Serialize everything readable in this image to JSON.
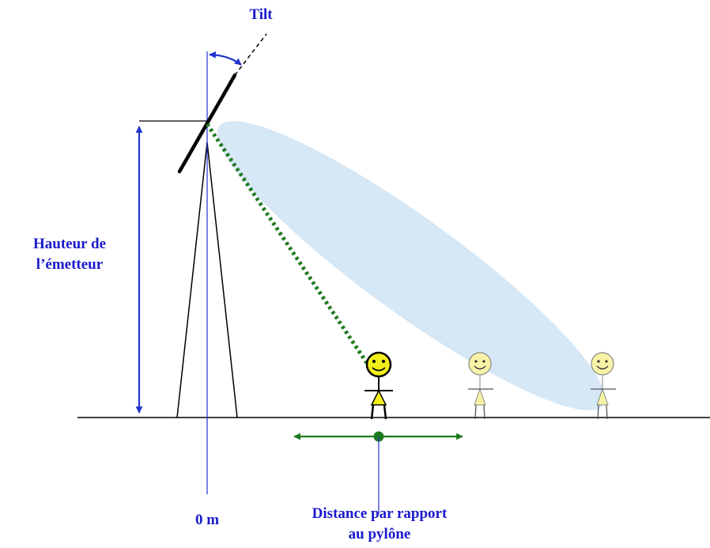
{
  "labels": {
    "tilt": "Tilt",
    "height_line1": "Hauteur de",
    "height_line2": "l’émetteur",
    "zero": "0 m",
    "distance_line1": "Distance par rapport",
    "distance_line2": "au pylône"
  },
  "colors": {
    "label_blue": "#1a1acc",
    "axis_blue": "#2233cc",
    "beam_fill": "#cfe3f5",
    "path_green": "#1d7a1d",
    "person_highlight": "#f2ee1a",
    "person_faded": "#f7f3a6",
    "ground": "#000000"
  },
  "people": [
    {
      "name": "person-near",
      "style": "highlighted"
    },
    {
      "name": "person-middle",
      "style": "faded"
    },
    {
      "name": "person-far",
      "style": "faded"
    }
  ]
}
